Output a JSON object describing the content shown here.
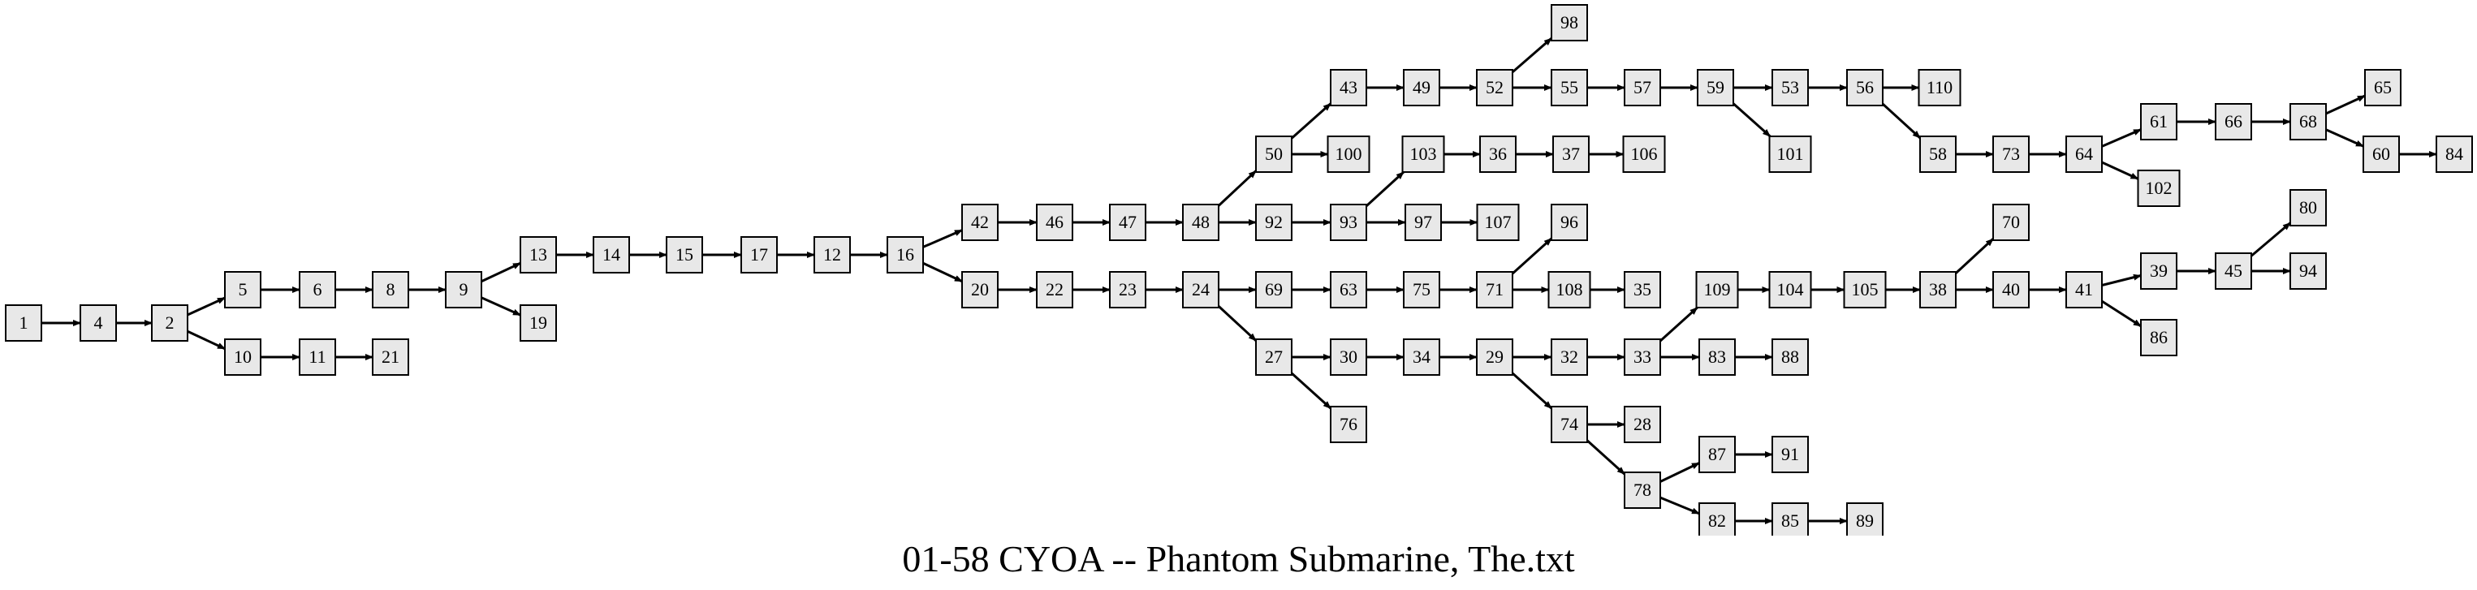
{
  "caption": "01-58 CYOA -- Phantom Submarine, The.txt",
  "colors": {
    "node_fill": "#e8e8e8",
    "node_stroke": "#000000",
    "edge": "#000000"
  },
  "nodes": [
    "1",
    "4",
    "2",
    "5",
    "6",
    "8",
    "9",
    "13",
    "14",
    "15",
    "17",
    "12",
    "16",
    "42",
    "46",
    "47",
    "48",
    "50",
    "43",
    "49",
    "52",
    "98",
    "55",
    "57",
    "59",
    "53",
    "56",
    "110",
    "58",
    "73",
    "64",
    "61",
    "66",
    "68",
    "65",
    "60",
    "84",
    "102",
    "101",
    "100",
    "92",
    "93",
    "103",
    "36",
    "37",
    "106",
    "97",
    "107",
    "20",
    "22",
    "23",
    "24",
    "69",
    "63",
    "75",
    "71",
    "96",
    "108",
    "35",
    "27",
    "30",
    "34",
    "29",
    "32",
    "33",
    "109",
    "104",
    "105",
    "38",
    "70",
    "40",
    "41",
    "39",
    "45",
    "80",
    "94",
    "86",
    "83",
    "88",
    "74",
    "28",
    "78",
    "87",
    "91",
    "82",
    "85",
    "89",
    "76",
    "19",
    "10",
    "11",
    "21"
  ],
  "edges": [
    [
      "1",
      "4"
    ],
    [
      "4",
      "2"
    ],
    [
      "2",
      "5"
    ],
    [
      "2",
      "10"
    ],
    [
      "5",
      "6"
    ],
    [
      "6",
      "8"
    ],
    [
      "8",
      "9"
    ],
    [
      "9",
      "13"
    ],
    [
      "9",
      "19"
    ],
    [
      "10",
      "11"
    ],
    [
      "11",
      "21"
    ],
    [
      "13",
      "14"
    ],
    [
      "14",
      "15"
    ],
    [
      "15",
      "17"
    ],
    [
      "17",
      "12"
    ],
    [
      "12",
      "16"
    ],
    [
      "16",
      "42"
    ],
    [
      "16",
      "20"
    ],
    [
      "42",
      "46"
    ],
    [
      "46",
      "47"
    ],
    [
      "47",
      "48"
    ],
    [
      "48",
      "50"
    ],
    [
      "48",
      "92"
    ],
    [
      "50",
      "43"
    ],
    [
      "50",
      "100"
    ],
    [
      "43",
      "49"
    ],
    [
      "49",
      "52"
    ],
    [
      "52",
      "98"
    ],
    [
      "52",
      "55"
    ],
    [
      "55",
      "57"
    ],
    [
      "57",
      "59"
    ],
    [
      "59",
      "53"
    ],
    [
      "59",
      "101"
    ],
    [
      "53",
      "56"
    ],
    [
      "56",
      "110"
    ],
    [
      "56",
      "58"
    ],
    [
      "58",
      "73"
    ],
    [
      "73",
      "64"
    ],
    [
      "64",
      "61"
    ],
    [
      "64",
      "102"
    ],
    [
      "61",
      "66"
    ],
    [
      "66",
      "68"
    ],
    [
      "68",
      "65"
    ],
    [
      "68",
      "60"
    ],
    [
      "60",
      "84"
    ],
    [
      "92",
      "93"
    ],
    [
      "93",
      "103"
    ],
    [
      "93",
      "97"
    ],
    [
      "103",
      "36"
    ],
    [
      "36",
      "37"
    ],
    [
      "37",
      "106"
    ],
    [
      "97",
      "107"
    ],
    [
      "20",
      "22"
    ],
    [
      "22",
      "23"
    ],
    [
      "23",
      "24"
    ],
    [
      "24",
      "69"
    ],
    [
      "24",
      "27"
    ],
    [
      "69",
      "63"
    ],
    [
      "63",
      "75"
    ],
    [
      "75",
      "71"
    ],
    [
      "71",
      "96"
    ],
    [
      "71",
      "108"
    ],
    [
      "108",
      "35"
    ],
    [
      "27",
      "30"
    ],
    [
      "27",
      "76"
    ],
    [
      "30",
      "34"
    ],
    [
      "34",
      "29"
    ],
    [
      "29",
      "32"
    ],
    [
      "29",
      "74"
    ],
    [
      "32",
      "33"
    ],
    [
      "33",
      "109"
    ],
    [
      "33",
      "83"
    ],
    [
      "109",
      "104"
    ],
    [
      "104",
      "105"
    ],
    [
      "105",
      "38"
    ],
    [
      "38",
      "70"
    ],
    [
      "38",
      "40"
    ],
    [
      "40",
      "41"
    ],
    [
      "41",
      "39"
    ],
    [
      "41",
      "86"
    ],
    [
      "39",
      "45"
    ],
    [
      "45",
      "80"
    ],
    [
      "45",
      "94"
    ],
    [
      "83",
      "88"
    ],
    [
      "74",
      "28"
    ],
    [
      "74",
      "78"
    ],
    [
      "78",
      "87"
    ],
    [
      "78",
      "82"
    ],
    [
      "87",
      "91"
    ],
    [
      "82",
      "85"
    ],
    [
      "85",
      "89"
    ]
  ]
}
